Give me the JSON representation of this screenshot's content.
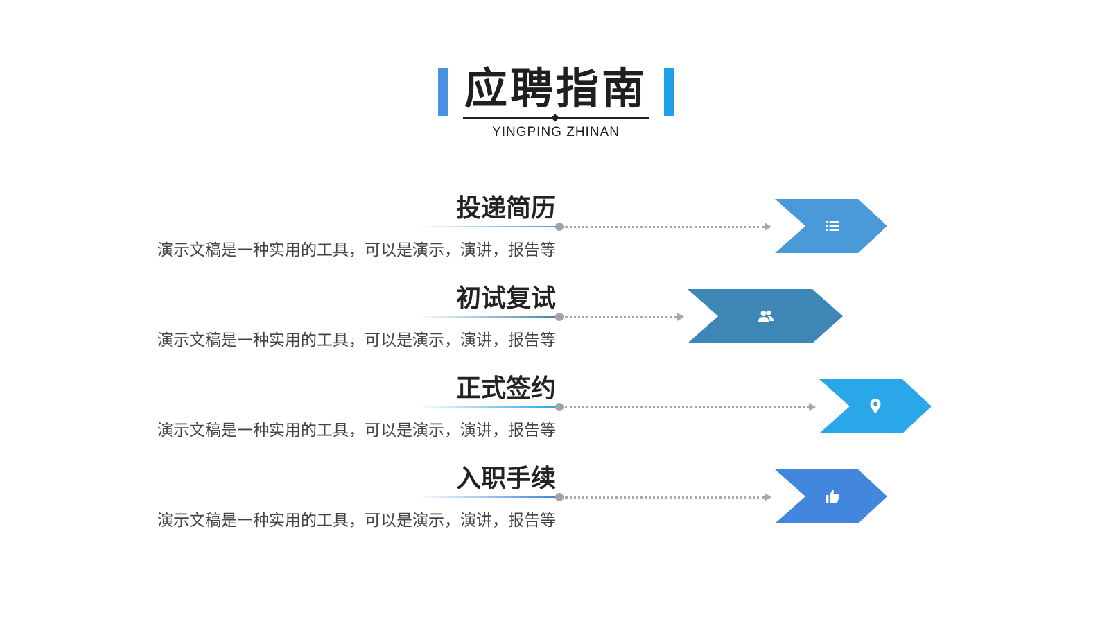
{
  "header": {
    "title": "应聘指南",
    "subtitle": "YINGPING ZHINAN",
    "left_bar_color": "#4a90e2",
    "right_bar_color": "#1ea1e8"
  },
  "steps": [
    {
      "title": "投递简历",
      "description": "演示文稿是一种实用的工具，可以是演示，演讲，报告等",
      "icon": "list-icon",
      "color": "#4a99d8"
    },
    {
      "title": "初试复试",
      "description": "演示文稿是一种实用的工具，可以是演示，演讲，报告等",
      "icon": "users-icon",
      "color": "#3e86b5"
    },
    {
      "title": "正式签约",
      "description": "演示文稿是一种实用的工具，可以是演示，演讲，报告等",
      "icon": "location-pin-icon",
      "color": "#29a7e9"
    },
    {
      "title": "入职手续",
      "description": "演示文稿是一种实用的工具，可以是演示，演讲，报告等",
      "icon": "thumbs-up-icon",
      "color": "#4286de"
    }
  ]
}
